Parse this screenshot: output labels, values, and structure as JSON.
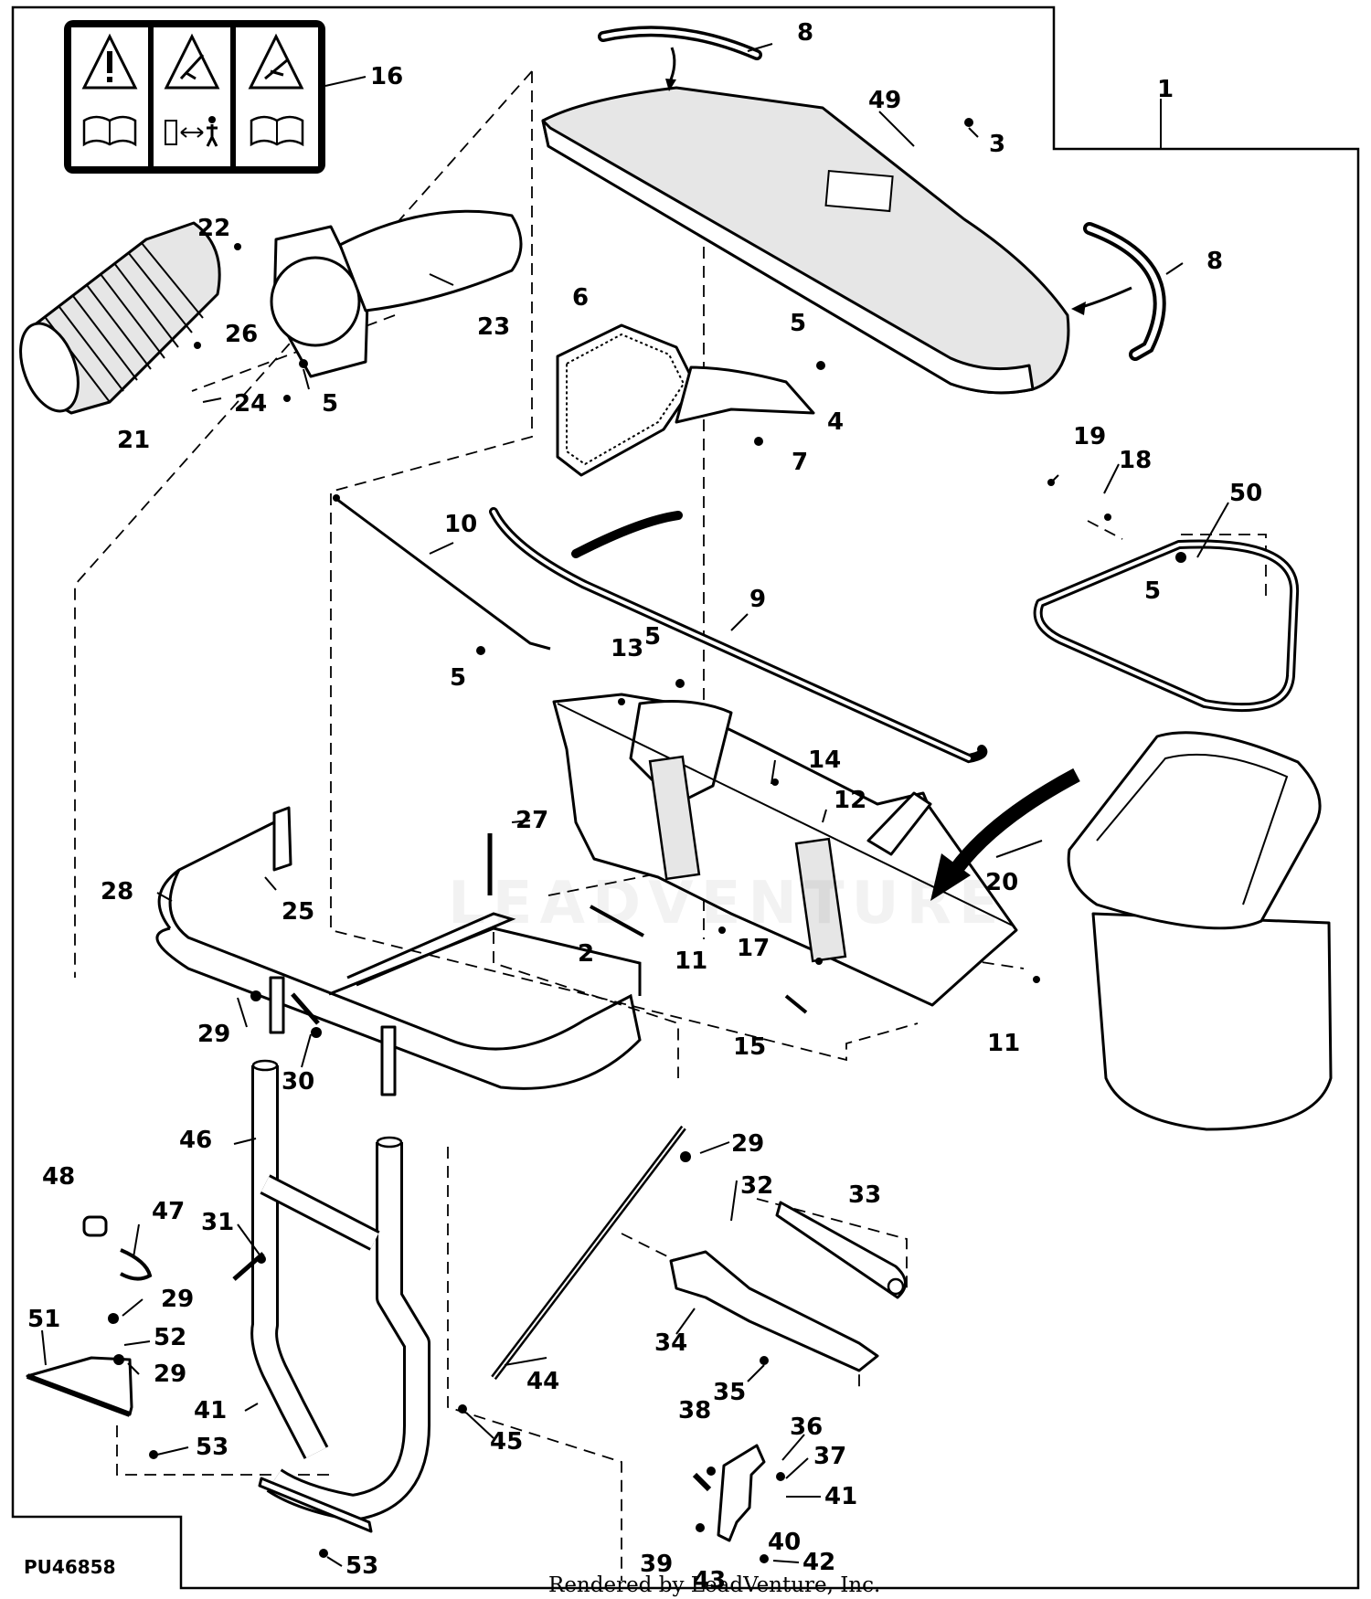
{
  "diagram": {
    "figure_id": "PU46858",
    "footer_credit": "Rendered by LeadVenture, Inc.",
    "watermark": "LEADVENTURE"
  },
  "callouts": [
    "1",
    "2",
    "3",
    "4",
    "5",
    "5",
    "5",
    "5",
    "5",
    "5",
    "6",
    "7",
    "8",
    "8",
    "9",
    "10",
    "11",
    "11",
    "12",
    "13",
    "14",
    "15",
    "16",
    "17",
    "18",
    "19",
    "20",
    "21",
    "22",
    "23",
    "24",
    "25",
    "26",
    "27",
    "28",
    "29",
    "29",
    "29",
    "29",
    "30",
    "31",
    "32",
    "33",
    "34",
    "35",
    "36",
    "37",
    "38",
    "39",
    "40",
    "41",
    "41",
    "42",
    "43",
    "44",
    "45",
    "46",
    "47",
    "48",
    "49",
    "50",
    "51",
    "52",
    "53",
    "53"
  ],
  "colors": {
    "line": "#000000",
    "background": "#ffffff",
    "shade": "#e6e6e6"
  },
  "icons": [
    "warning-triangle-icon",
    "kickback-hazard-icon",
    "manual-book-icon",
    "keep-distance-icon",
    "rollover-hazard-icon"
  ]
}
